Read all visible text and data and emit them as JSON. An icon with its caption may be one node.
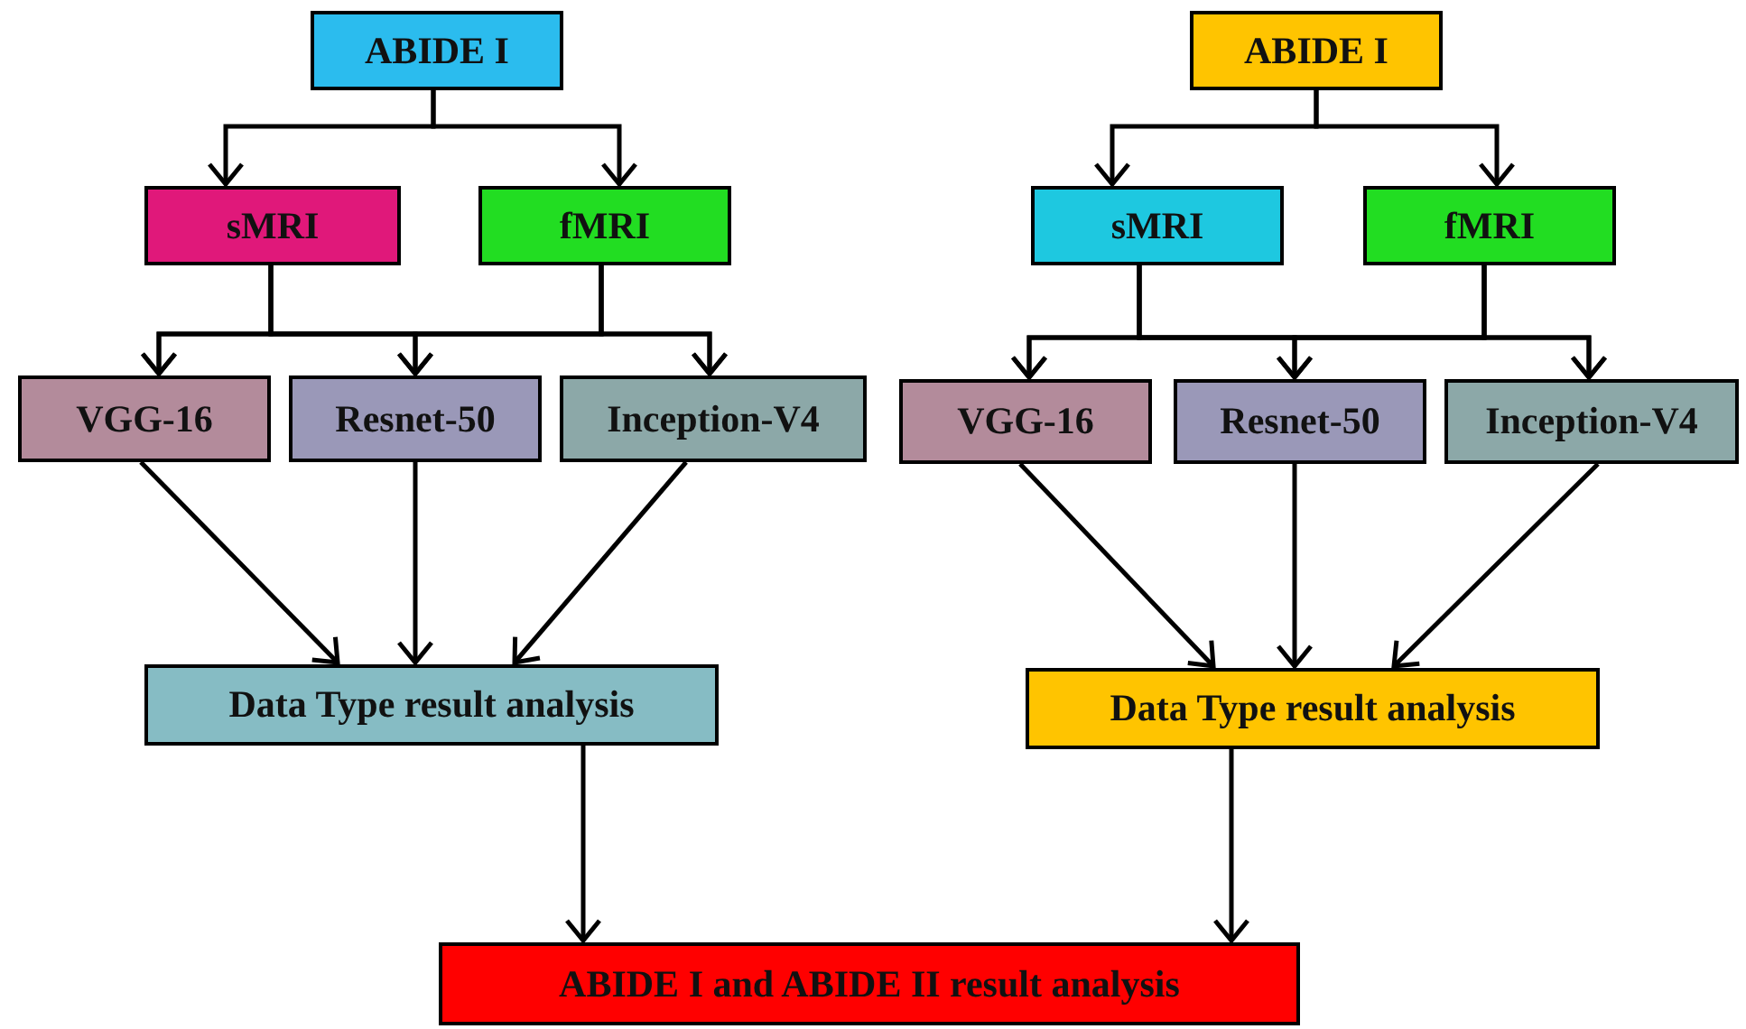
{
  "diagram": {
    "nodes": [
      {
        "text": [
          "ABIDE I"
        ]
      },
      {
        "text": [
          "sMRI"
        ]
      },
      {
        "text": [
          "fMRI"
        ]
      },
      {
        "text": [
          "VGG-16"
        ]
      },
      {
        "text": [
          "Resnet-50"
        ]
      },
      {
        "text": [
          "Inception-V4"
        ]
      },
      {
        "text": [
          "Data Type result analysis"
        ]
      },
      {
        "text": [
          "ABIDE I"
        ]
      },
      {
        "text": [
          "sMRI"
        ]
      },
      {
        "text": [
          "fMRI"
        ]
      },
      {
        "text": [
          "VGG-16"
        ]
      },
      {
        "text": [
          "Resnet-50"
        ]
      },
      {
        "text": [
          "Inception-V4"
        ]
      },
      {
        "text": [
          "Data Type result analysis"
        ]
      },
      {
        "text": [
          "ABIDE I and ABIDE II result analysis"
        ]
      }
    ],
    "edges": [
      {
        "from": 0,
        "to": 1,
        "arrow": "to"
      },
      {
        "from": 0,
        "to": 2,
        "arrow": "to"
      },
      {
        "from": 1,
        "to": 3,
        "arrow": "to"
      },
      {
        "from": 1,
        "to": 4,
        "arrow": "to"
      },
      {
        "from": 1,
        "to": 5,
        "arrow": "to"
      },
      {
        "from": 2,
        "to": 3,
        "arrow": "to"
      },
      {
        "from": 2,
        "to": 4,
        "arrow": "to"
      },
      {
        "from": 2,
        "to": 5,
        "arrow": "to"
      },
      {
        "from": 3,
        "to": 6,
        "arrow": "to"
      },
      {
        "from": 4,
        "to": 6,
        "arrow": "to"
      },
      {
        "from": 5,
        "to": 6,
        "arrow": "to"
      },
      {
        "from": 6,
        "to": 14,
        "arrow": "to"
      },
      {
        "from": 7,
        "to": 8,
        "arrow": "to"
      },
      {
        "from": 7,
        "to": 9,
        "arrow": "to"
      },
      {
        "from": 8,
        "to": 10,
        "arrow": "to"
      },
      {
        "from": 8,
        "to": 11,
        "arrow": "to"
      },
      {
        "from": 8,
        "to": 12,
        "arrow": "to"
      },
      {
        "from": 9,
        "to": 10,
        "arrow": "to"
      },
      {
        "from": 9,
        "to": 11,
        "arrow": "to"
      },
      {
        "from": 9,
        "to": 12,
        "arrow": "to"
      },
      {
        "from": 10,
        "to": 13,
        "arrow": "to"
      },
      {
        "from": 11,
        "to": 13,
        "arrow": "to"
      },
      {
        "from": 12,
        "to": 13,
        "arrow": "to"
      },
      {
        "from": 13,
        "to": 14,
        "arrow": "to"
      }
    ]
  }
}
